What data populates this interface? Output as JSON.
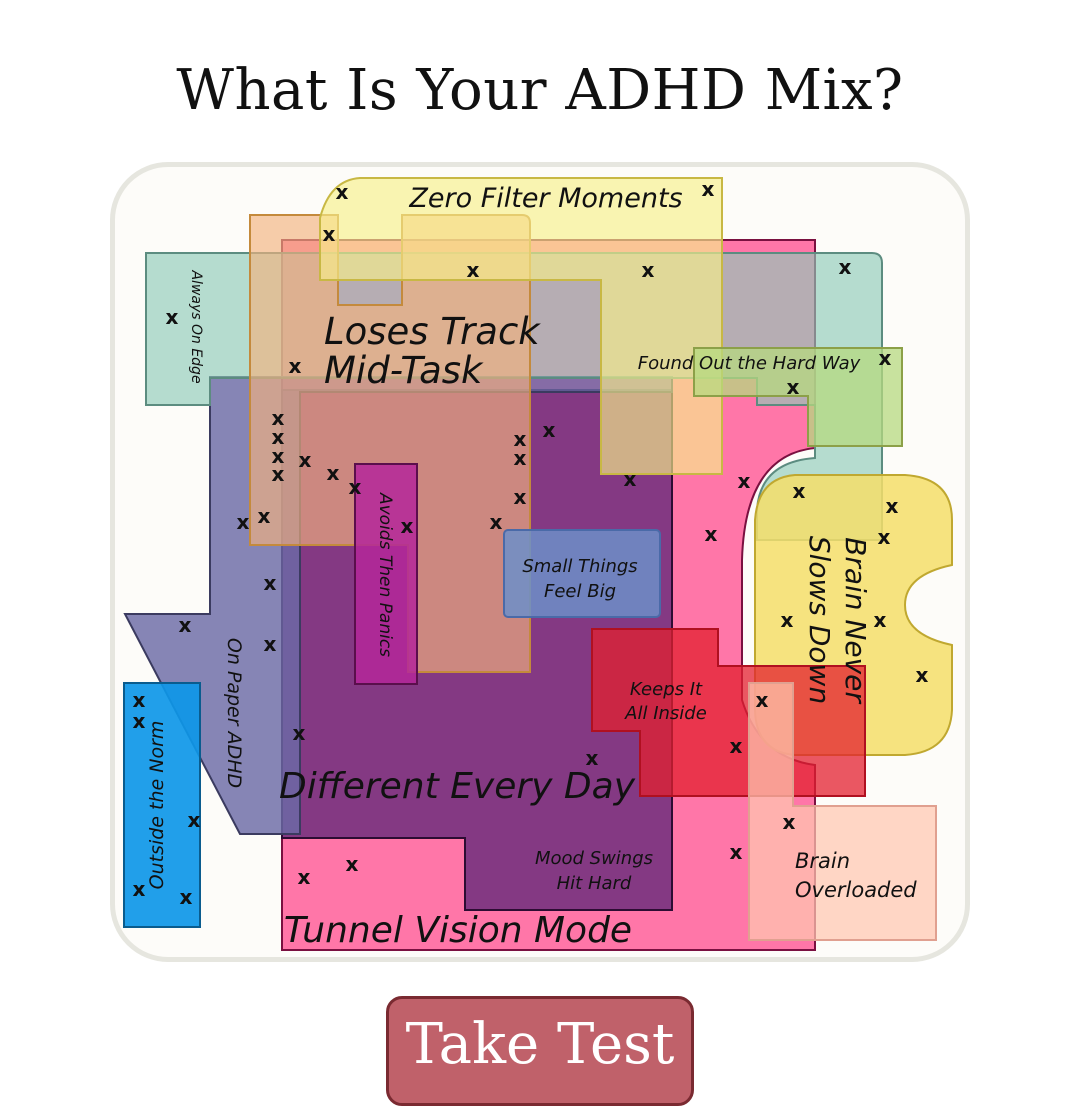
{
  "title": "What Is Your ADHD Mix?",
  "button_label": "Take Test",
  "marker_glyph": "x",
  "regions": {
    "zero_filter": {
      "label": "Zero Filter Moments",
      "color": "#f7ef8a"
    },
    "loses_track": {
      "line1": "Loses Track",
      "line2": "Mid-Task",
      "color": "#f2b27e"
    },
    "always_on_edge": {
      "label": "Always On Edge",
      "color": "#8fcbb8"
    },
    "found_out": {
      "label": "Found Out the Hard Way",
      "color": "#b6d97f"
    },
    "on_paper": {
      "label": "On Paper ADHD",
      "color": "#6b6aa6"
    },
    "different_every_day": {
      "label": "Different Every Day",
      "color": "#6f2f7c"
    },
    "tunnel_vision": {
      "label": "Tunnel Vision Mode",
      "color": "#ff5e9a"
    },
    "avoids_then_panics": {
      "label": "Avoids Then Panics",
      "color": "#b4279a"
    },
    "small_things": {
      "line1": "Small Things",
      "line2": "Feel Big",
      "color": "#6c8fc9"
    },
    "keeps_it_inside": {
      "line1": "Keeps It",
      "line2": "All Inside",
      "color": "#e3202f"
    },
    "brain_never": {
      "line1": "Brain Never",
      "line2": "Slows Down",
      "color": "#f5de6a"
    },
    "brain_overloaded": {
      "line1": "Brain",
      "line2": "Overloaded",
      "color": "#ffc7b0"
    },
    "outside_norm": {
      "label": "Outside the Norm",
      "color": "#0e97e8"
    },
    "mood_swings": {
      "line1": "Mood Swings",
      "line2": "Hit Hard"
    }
  }
}
